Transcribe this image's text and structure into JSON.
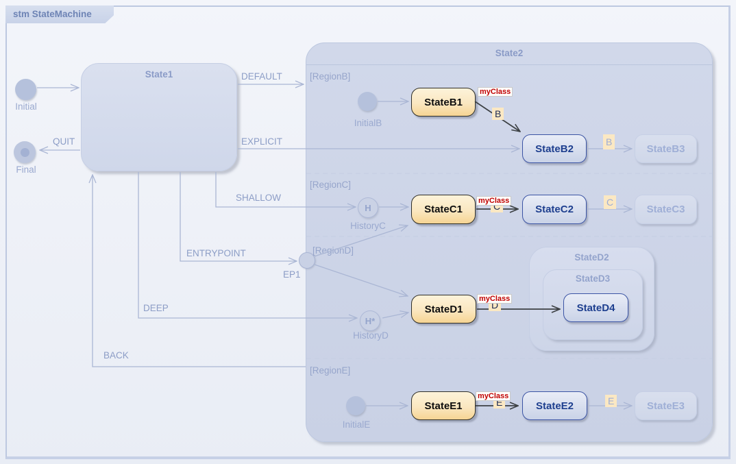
{
  "frame": {
    "title": "stm StateMachine"
  },
  "nodes": {
    "initial": "Initial",
    "final": "Final",
    "state1": "State1",
    "state2": "State2",
    "regionB": "[RegionB]",
    "regionC": "[RegionC]",
    "regionD": "[RegionD]",
    "regionE": "[RegionE]",
    "initialB": "InitialB",
    "historyC": "HistoryC",
    "historyC_glyph": "H",
    "ep1": "EP1",
    "historyD": "HistoryD",
    "historyD_glyph": "H*",
    "initialE": "InitialE",
    "stateB1": "StateB1",
    "stateB2": "StateB2",
    "stateB3": "StateB3",
    "stateC1": "StateC1",
    "stateC2": "StateC2",
    "stateC3": "StateC3",
    "stateD1": "StateD1",
    "stateD2": "StateD2",
    "stateD3": "StateD3",
    "stateD4": "StateD4",
    "stateE1": "StateE1",
    "stateE2": "StateE2",
    "stateE3": "StateE3"
  },
  "transitions": {
    "default": "DEFAULT",
    "explicit": "EXPLICIT",
    "quit": "QUIT",
    "shallow": "SHALLOW",
    "entrypoint": "ENTRYPOINT",
    "deep": "DEEP",
    "back": "BACK"
  },
  "labels": {
    "stereotype": "myClass",
    "triggerB": "B",
    "triggerC": "C",
    "triggerD": "D",
    "triggerE": "E"
  },
  "colors": {
    "active_state_fill": "#fae7c0",
    "target_state_border": "#3a53a4",
    "stereotype_text": "#c00000",
    "faded_line": "#aab6d4",
    "dark_line": "#3c4043",
    "region_fill": "#ccd3e6"
  }
}
